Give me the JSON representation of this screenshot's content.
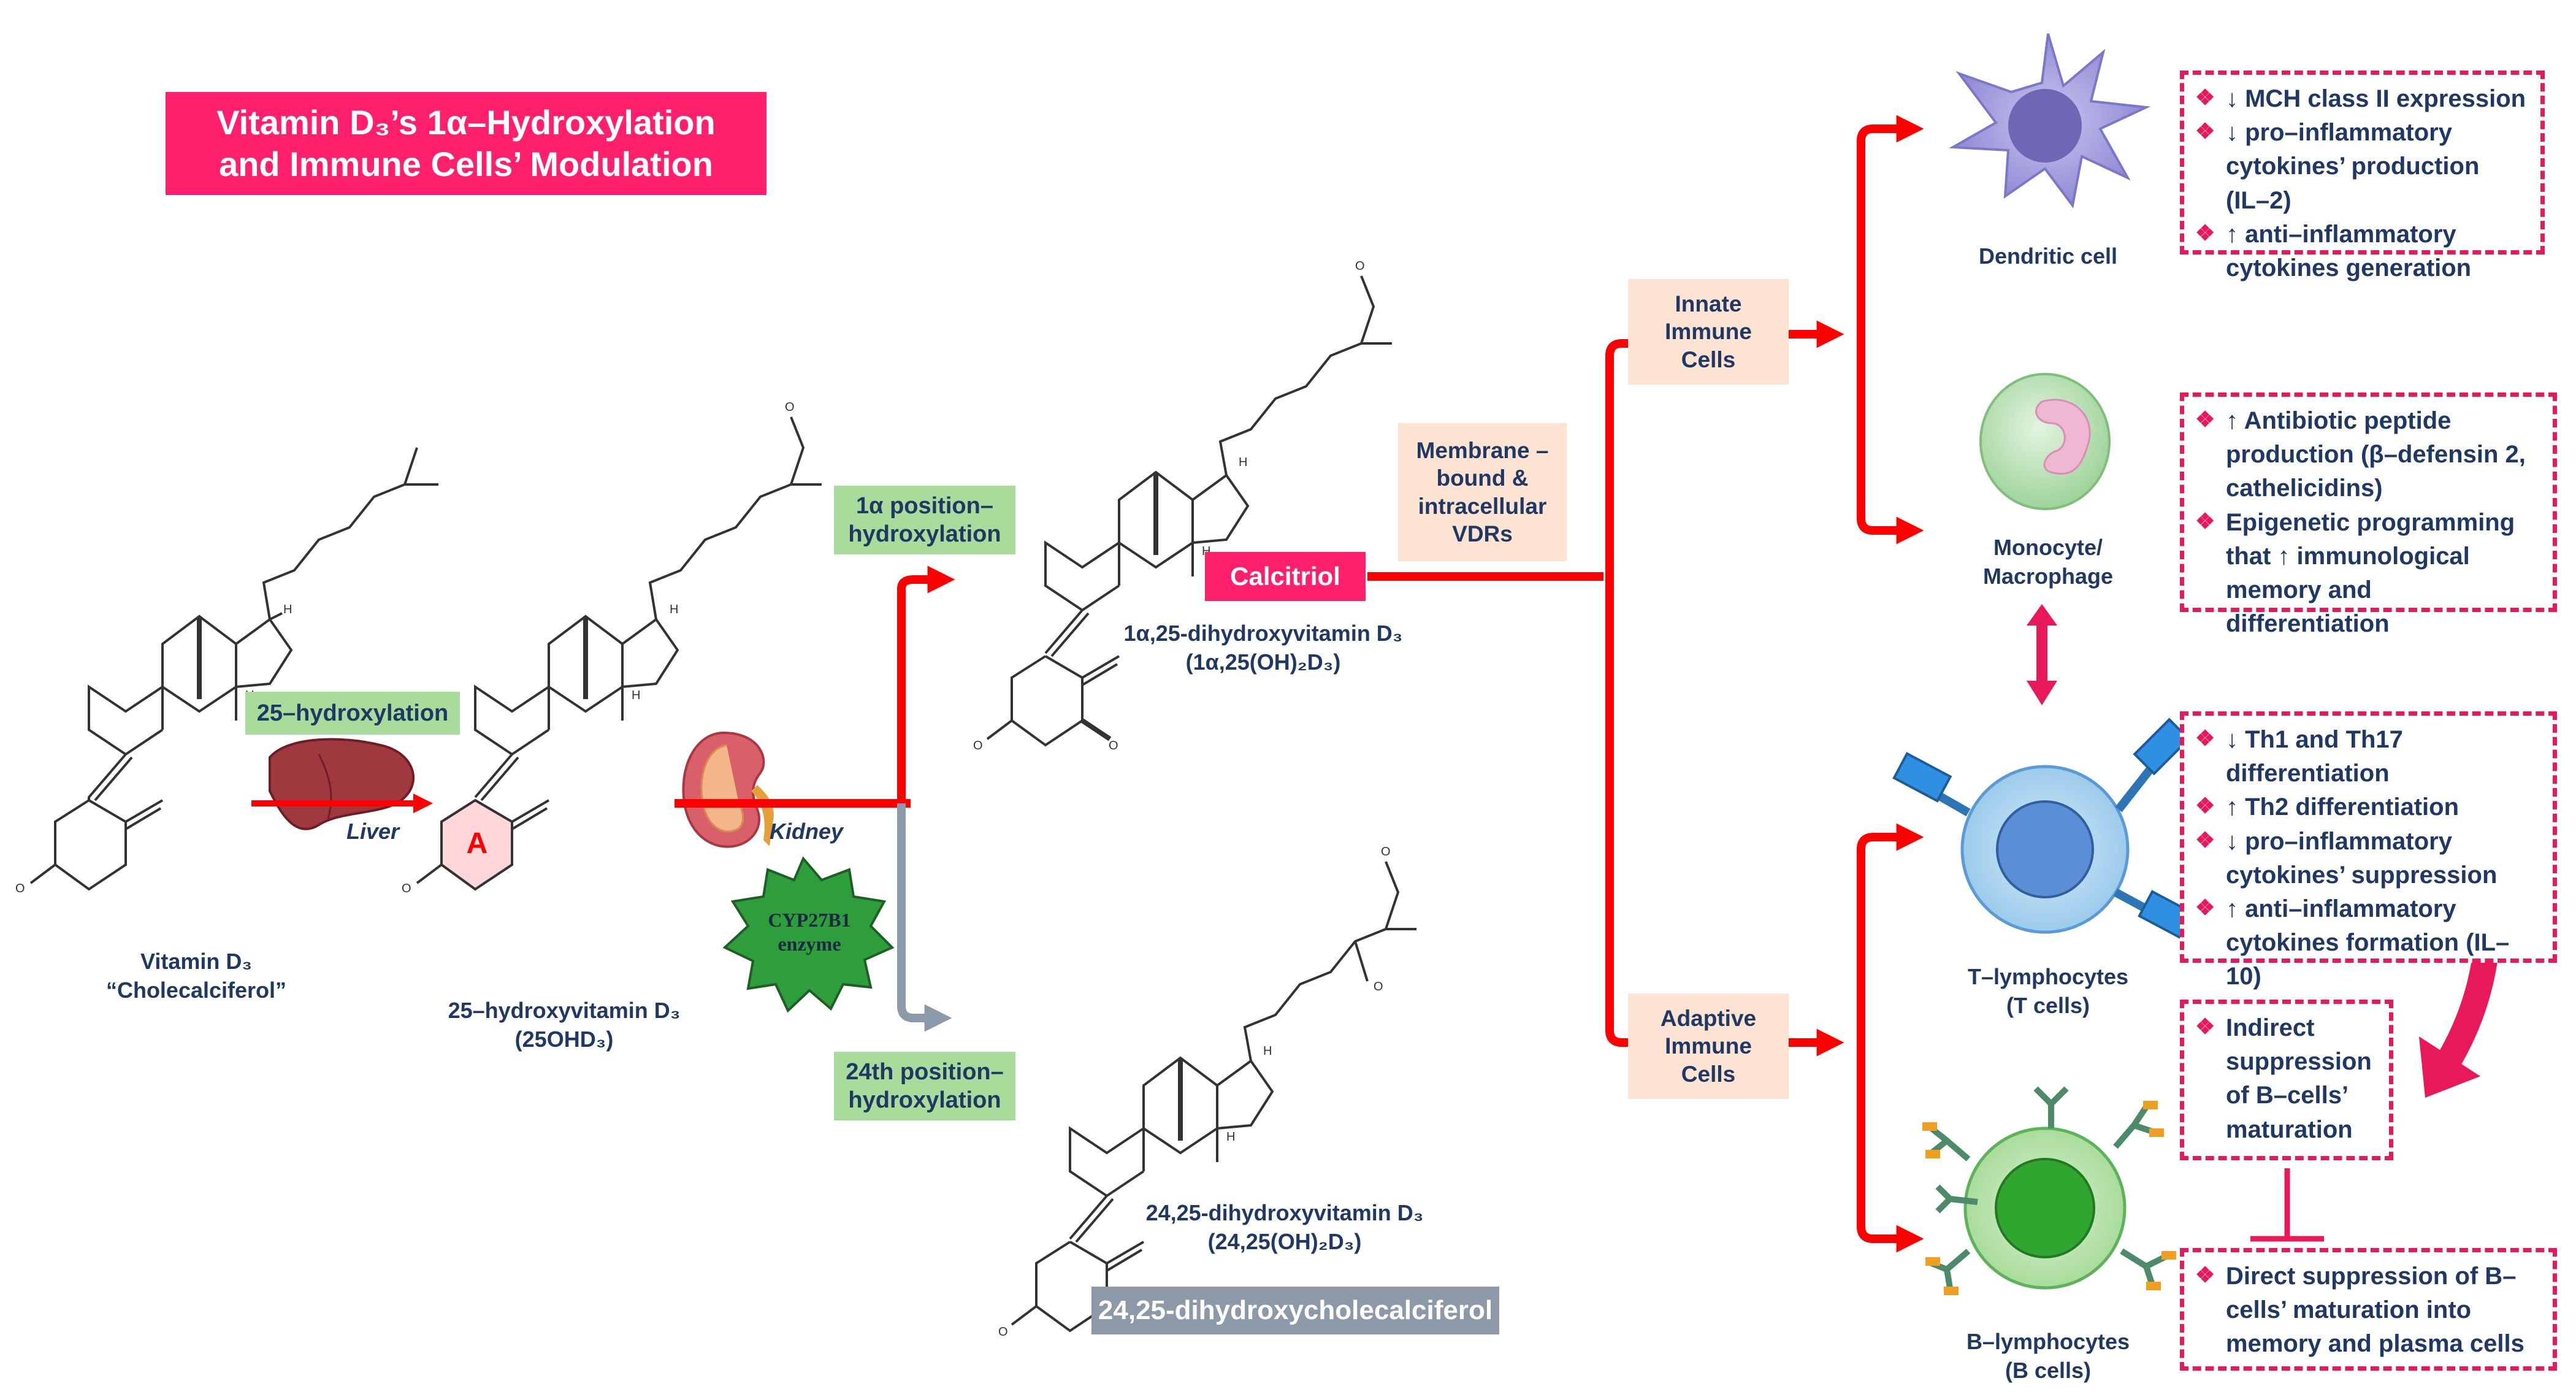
{
  "title": {
    "line1": "Vitamin D₃’s 1α–Hydroxylation",
    "line2": "and Immune Cells’ Modulation"
  },
  "steps": {
    "hydroxylation_25": "25–hydroxylation",
    "position_1a_line1": "1α position–",
    "position_1a_line2": "hydroxylation",
    "position_24_line1": "24th position–",
    "position_24_line2": "hydroxylation"
  },
  "organs": {
    "liver": "Liver",
    "kidney": "Kidney",
    "enzyme_line1": "CYP27B1",
    "enzyme_line2": "enzyme"
  },
  "molecules": {
    "vitd3_line1": "Vitamin D₃",
    "vitd3_line2": "“Cholecalciferol”",
    "ohd_line1": "25–hydroxyvitamin D₃",
    "ohd_line2": "(25OHD₃)",
    "ring_label": "A",
    "calcitriol_line1": "1α,25-dihydroxyvitamin D₃",
    "calcitriol_line2": "(1α,25(OH)₂D₃)",
    "dihydroxy24_line1": "24,25-dihydroxyvitamin D₃",
    "dihydroxy24_line2": "(24,25(OH)₂D₃)",
    "dihydroxy24_name": "24,25-dihydroxycholecalciferol",
    "oh": "O",
    "h": "H"
  },
  "calcitriol_box": "Calcitriol",
  "vdr_box": {
    "l1": "Membrane –",
    "l2": "bound &",
    "l3": "intracellular",
    "l4": "VDRs"
  },
  "innate_box": {
    "l1": "Innate",
    "l2": "Immune",
    "l3": "Cells"
  },
  "adaptive_box": {
    "l1": "Adaptive",
    "l2": "Immune",
    "l3": "Cells"
  },
  "cells": {
    "dendritic": "Dendritic cell",
    "monocyte_line1": "Monocyte/",
    "monocyte_line2": "Macrophage",
    "tcell_line1": "T–lymphocytes",
    "tcell_line2": "(T cells)",
    "bcell_line1": "B–lymphocytes",
    "bcell_line2": "(B cells)"
  },
  "effects": {
    "dendritic": [
      "↓ MCH class II expression",
      "↓ pro–inflammatory cytokines’ production (IL–2)",
      "↑ anti–inflammatory cytokines generation"
    ],
    "monocyte": [
      "↑ Antibiotic peptide production (β–defensin 2, cathelicidins)",
      "Epigenetic programming that ↑  immunological memory and differentiation"
    ],
    "tcell": [
      "↓ Th1 and Th17 differentiation",
      "↑ Th2 differentiation",
      "↓ pro–inflammatory cytokines’ suppression",
      "↑ anti–inflammatory cytokines formation (IL–10)"
    ],
    "indirect": [
      "Indirect suppression of B–cells’ maturation"
    ],
    "direct": [
      "Direct suppression of B–cells’ maturation into memory and plasma cells"
    ]
  },
  "colors": {
    "red": "#ff0000",
    "pink": "#e8195b",
    "grey_arrow": "#8c99a8"
  }
}
